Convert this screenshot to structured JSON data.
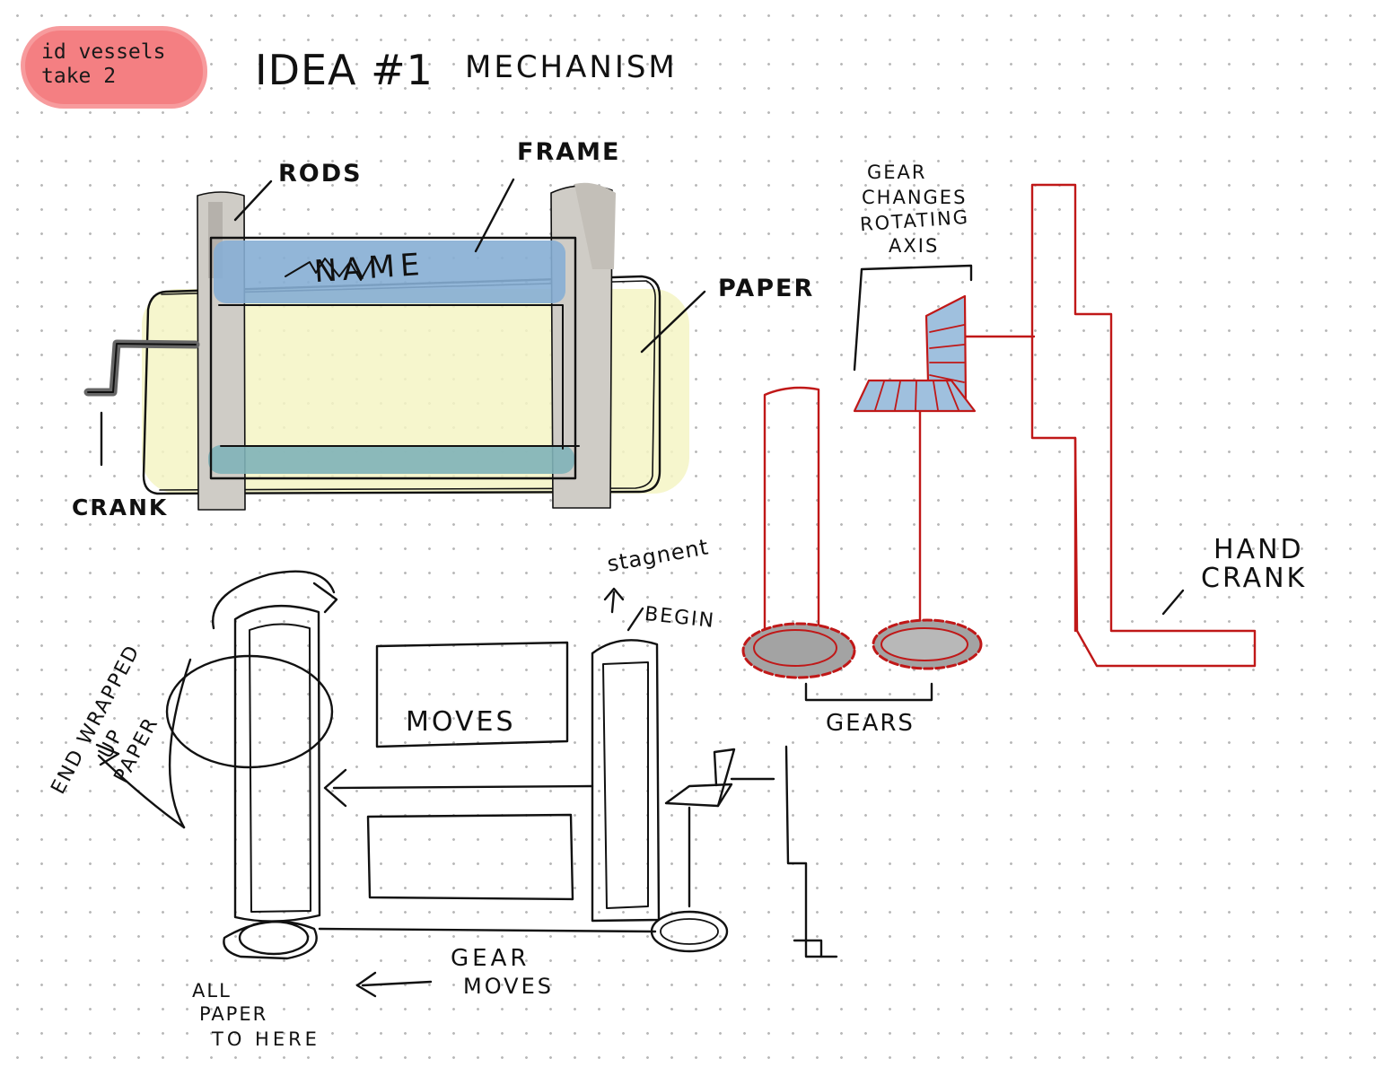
{
  "tag": {
    "line1": "id vessels",
    "line2": "take 2",
    "color": "#f47f82"
  },
  "title": {
    "idea": "IDEA #1",
    "topic": "MECHANISM"
  },
  "top_sketch": {
    "rods": "RODS",
    "frame": "FRAME",
    "name": "NAME",
    "paper": "PAPER",
    "crank": "CRANK"
  },
  "gear_sketch": {
    "gear_changes_line1": "GEAR",
    "gear_changes_line2": "CHANGES",
    "gear_changes_line3": "ROTATING",
    "gear_changes_line4": "AXIS",
    "gears": "GEARS",
    "hand_crank_line1": "HAND",
    "hand_crank_line2": "CRANK",
    "line_color": "#c01818",
    "gear_fill": "#a3a3a3",
    "bevel_fill": "#9fc0de"
  },
  "bottom_sketch": {
    "stagnent": "stagnent",
    "begin": "BEGIN",
    "end_wrapped_line1": "END WRAPPED",
    "end_wrapped_line2": "UP",
    "end_wrapped_line3": "PAPER",
    "moves": "MOVES",
    "gear_moves_line1": "GEAR",
    "gear_moves_line2": "MOVES",
    "all_paper_line1": "ALL",
    "all_paper_line2": "PAPER",
    "all_paper_line3": "TO HERE"
  },
  "colors": {
    "ink": "#111111",
    "rod_fill": "#cfccc6",
    "frame_fill": "#86aed4",
    "paper_fill": "#f5f4c4",
    "bottom_rod_fill": "#7fb3b8"
  }
}
